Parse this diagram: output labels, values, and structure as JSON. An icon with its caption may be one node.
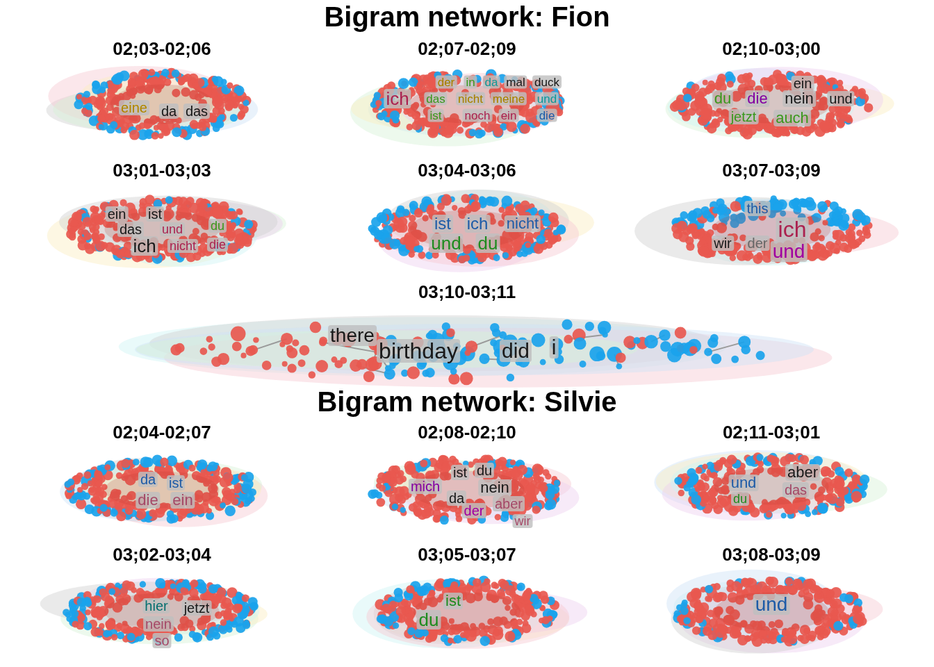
{
  "diagram": {
    "title": "Bigram network: Fion",
    "labels": [
      "02;03-02;06",
      "eine",
      "da",
      "das",
      "02;07-02;09",
      "der",
      "in",
      "da",
      "mal",
      "duck",
      "ich",
      "das",
      "nicht",
      "meine",
      "und",
      "ist",
      "noch",
      "ein",
      "die",
      "02;10-03;00",
      "ein",
      "du",
      "die",
      "nein",
      "und",
      "jetzt",
      "auch",
      "03;01-03;03",
      "ein",
      "ist",
      "das",
      "und",
      "du",
      "ich",
      "nicht",
      "die",
      "03;04-03;06",
      "ist",
      "ich",
      "nicht",
      "und",
      "du",
      "03;07-03;09",
      "this",
      "ich",
      "wir",
      "der",
      "und",
      "03;10-03;11",
      "there",
      "birthday",
      "did",
      "i",
      "Bigram network: Silvie",
      "02;04-02;07",
      "da",
      "ist",
      "die",
      "ein",
      "02;08-02;10",
      "ist",
      "du",
      "mich",
      "nein",
      "da",
      "aber",
      "der",
      "wir",
      "02;11-03;01",
      "aber",
      "und",
      "das",
      "du",
      "03;02-03;04",
      "hier",
      "jetzt",
      "nein",
      "so",
      "03;05-03;07",
      "ist",
      "du",
      "03;08-03;09",
      "und"
    ]
  }
}
